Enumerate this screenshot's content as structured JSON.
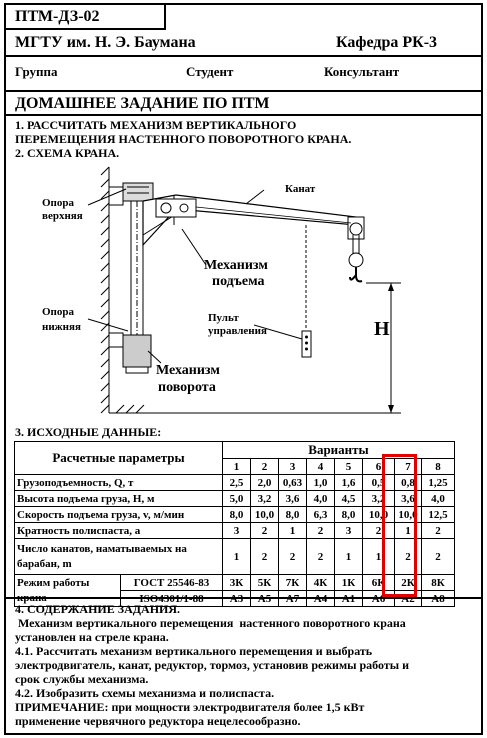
{
  "header": {
    "code": "ПТМ-ДЗ-02",
    "university": "МГТУ им. Н. Э. Баумана",
    "department": "Кафедра РК-3",
    "group_label": "Группа",
    "student_label": "Студент",
    "consultant_label": "Консультант",
    "title": "ДОМАШНЕЕ ЗАДАНИЕ ПО ПТМ"
  },
  "task": {
    "line1": "1. РАССЧИТАТЬ МЕХАНИЗМ ВЕРТИКАЛЬНОГО",
    "line2": "ПЕРЕМЕЩЕНИЯ НАСТЕННОГО   ПОВОРОТНОГО КРАНА.",
    "line3": "2. СХЕМА КРАНА."
  },
  "scheme": {
    "support_top": [
      "Опора",
      "верхняя"
    ],
    "support_bottom": [
      "Опора",
      "нижняя"
    ],
    "rope": "Канат",
    "lift_mech": [
      "Механизм",
      "подъема"
    ],
    "remote": [
      "Пульт",
      "управления"
    ],
    "rotate_mech": [
      "Механизм",
      "поворота"
    ],
    "h_label": "H"
  },
  "params": {
    "section_title": "3. ИСХОДНЫЕ ДАННЫЕ:",
    "header_label": "Расчетные параметры",
    "variants_label": "Варианты",
    "variant_numbers": [
      "1",
      "2",
      "3",
      "4",
      "5",
      "6",
      "7",
      "8"
    ],
    "rows": [
      {
        "label": "Грузоподъемность, Q, т",
        "values": [
          "2,5",
          "2,0",
          "0,63",
          "1,0",
          "1,6",
          "0,5",
          "0,8",
          "1,25"
        ]
      },
      {
        "label": "Высота подъема груза, H, м",
        "values": [
          "5,0",
          "3,2",
          "3,6",
          "4,0",
          "4,5",
          "3,2",
          "3,6",
          "4,0"
        ]
      },
      {
        "label": "Скорость подъема груза, v, м/мин",
        "values": [
          "8,0",
          "10,0",
          "8,0",
          "6,3",
          "8,0",
          "10,0",
          "10,0",
          "12,5"
        ]
      },
      {
        "label": "Кратность полиспаста, а",
        "values": [
          "3",
          "2",
          "1",
          "2",
          "3",
          "2",
          "1",
          "2"
        ]
      }
    ],
    "ropes_label": [
      "Число канатов, наматываемых на",
      "барабан, m"
    ],
    "ropes_values": [
      "1",
      "2",
      "2",
      "2",
      "1",
      "1",
      "2",
      "2"
    ],
    "mode_label": [
      "Режим работы",
      "крана"
    ],
    "mode_rows": [
      {
        "std": "ГОСТ 25546-83",
        "values": [
          "3К",
          "5К",
          "7К",
          "4К",
          "1К",
          "6К",
          "2К",
          "8К"
        ]
      },
      {
        "std": "ISO4301/1-88",
        "values": [
          "А3",
          "А5",
          "А7",
          "А4",
          "А1",
          "А6",
          "А2",
          "А8"
        ]
      }
    ],
    "highlight_color": "#e00000"
  },
  "content": {
    "title": "4. СОДЕРЖАНИЕ ЗАДАНИЯ.",
    "lines": [
      " Механизм вертикального перемещения  настенного поворотного крана",
      "установлен на стреле крана.",
      "4.1. Рассчитать механизм вертикального перемещения и выбрать",
      "электродвигатель, канат, редуктор, тормоз, установив режимы работы и",
      "срок службы механизма.",
      "4.2. Изобразить схемы механизма и полиспаста.",
      "ПРИМЕЧАНИЕ:  при мощности электродвигателя более 1,5 кВт",
      "применение червячного редуктора нецелесообразно."
    ]
  }
}
